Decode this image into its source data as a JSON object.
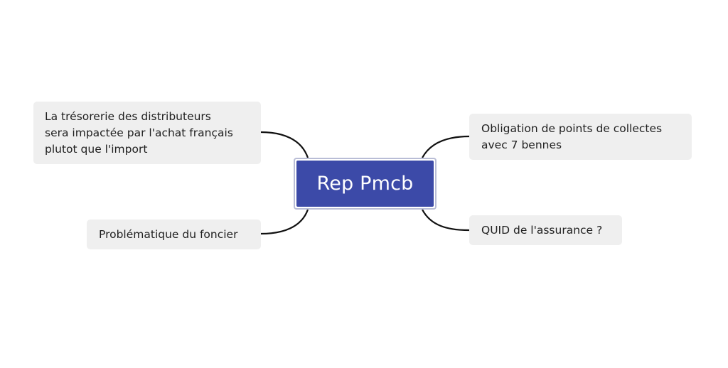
{
  "mindmap": {
    "central_topic": "Rep Pmcb",
    "branches": [
      {
        "id": "n1",
        "text": "La trésorerie des distributeurs\nsera impactée par l'achat français\nplutot que l'import",
        "side": "left"
      },
      {
        "id": "n2",
        "text": "Problématique du foncier",
        "side": "left"
      },
      {
        "id": "n3",
        "text": "Obligation de points de collectes\navec 7 bennes",
        "side": "right"
      },
      {
        "id": "n4",
        "text": "QUID de l'assurance ?",
        "side": "right"
      }
    ]
  },
  "colors": {
    "central_fill": "#3c4aa8",
    "central_border": "#b9bdd6",
    "topic_fill": "#efefef",
    "connector": "#111111"
  }
}
